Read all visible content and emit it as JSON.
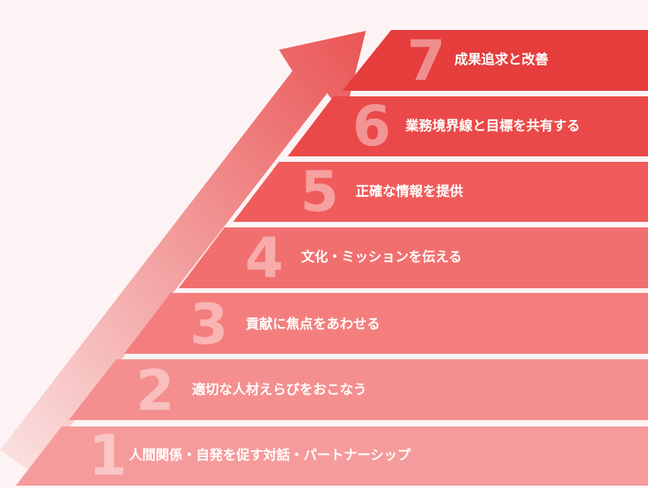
{
  "steps": [
    {
      "number": "1",
      "label": "人間関係・自発を促す対話・パートナーシップ",
      "color": "#f69b9b"
    },
    {
      "number": "2",
      "label": "適切な人材えらびをおこなう",
      "color": "#f58f8f"
    },
    {
      "number": "3",
      "label": "貢献に焦点をあわせる",
      "color": "#f47e7e"
    },
    {
      "number": "4",
      "label": "文化・ミッションを伝える",
      "color": "#f26f6f"
    },
    {
      "number": "5",
      "label": "正確な情報を提供",
      "color": "#f05c5c"
    },
    {
      "number": "6",
      "label": "業務境界線と目標を共有する",
      "color": "#eb4949"
    },
    {
      "number": "7",
      "label": "成果追求と改善",
      "color": "#e63d3d"
    }
  ],
  "arrow_colors": {
    "start": "#fbe4e4",
    "end": "#ea5454"
  },
  "background": "#fdf3f4"
}
